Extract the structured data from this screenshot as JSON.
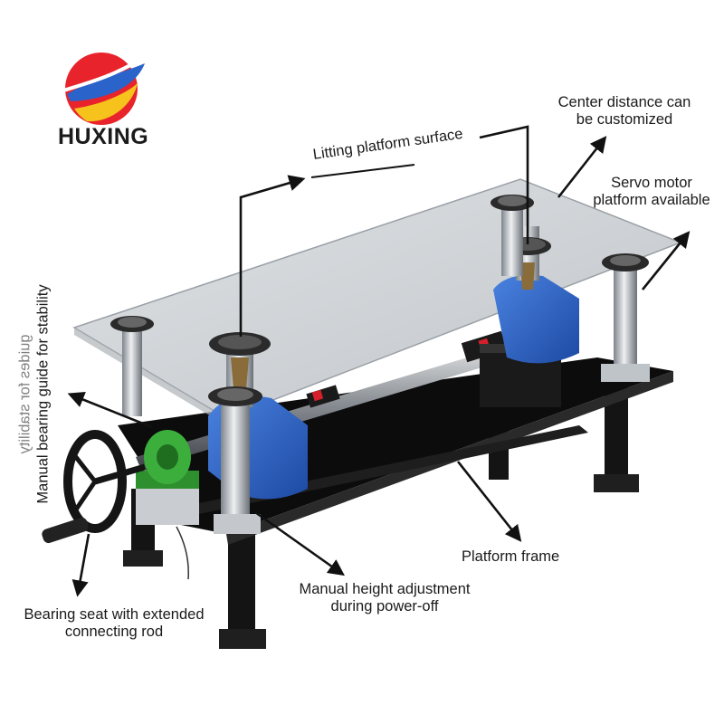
{
  "brand": {
    "name": "HUXING",
    "logo_colors": {
      "red": "#e8232b",
      "blue": "#2a63c9",
      "yellow": "#f6c21c"
    }
  },
  "labels": {
    "lifting_surface": "Litting platform surface",
    "center_distance_1": "Center distance can",
    "center_distance_2": "be customized",
    "servo_1": "Servo motor",
    "servo_2": "platform available",
    "bearing_guide_1": "Manual bearing guide for stability",
    "bearing_guide_2": "guides for stability",
    "platform_frame": "Platform frame",
    "manual_height_1": "Manual height adjustment",
    "manual_height_2": "during power-off",
    "bearing_seat_1": "Bearing seat with extended",
    "bearing_seat_2": "connecting rod"
  },
  "colors": {
    "glass": "#c9cdd1",
    "frame": "#111111",
    "gearbox_blue": "#2b5fc4",
    "bearing_green": "#3cae3c",
    "steel": "#b9bec4",
    "shaft_red": "#d3202a"
  }
}
